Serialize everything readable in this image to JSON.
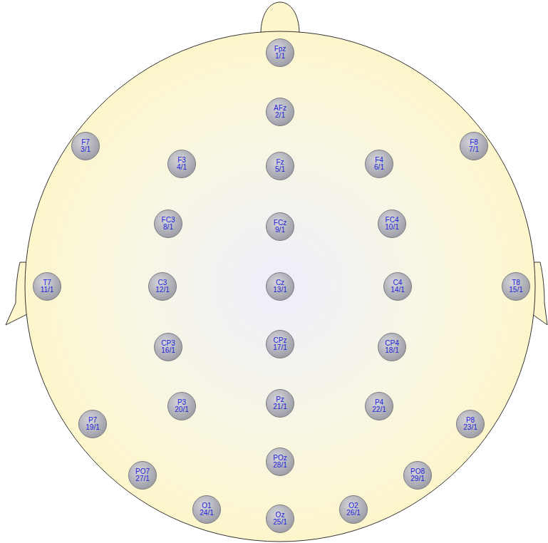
{
  "diagram": {
    "nodes": [
      {
        "text": [
          "Fpz",
          "1/1"
        ]
      },
      {
        "text": [
          "AFz",
          "2/1"
        ]
      },
      {
        "text": [
          "F7",
          "3/1"
        ]
      },
      {
        "text": [
          "F3",
          "4/1"
        ]
      },
      {
        "text": [
          "Fz",
          "5/1"
        ]
      },
      {
        "text": [
          "F4",
          "6/1"
        ]
      },
      {
        "text": [
          "F8",
          "7/1"
        ]
      },
      {
        "text": [
          "FC3",
          "8/1"
        ]
      },
      {
        "text": [
          "FCz",
          "9/1"
        ]
      },
      {
        "text": [
          "FC4",
          "10/1"
        ]
      },
      {
        "text": [
          "T7",
          "11/1"
        ]
      },
      {
        "text": [
          "C3",
          "12/1"
        ]
      },
      {
        "text": [
          "Cz",
          "13/1"
        ]
      },
      {
        "text": [
          "C4",
          "14/1"
        ]
      },
      {
        "text": [
          "T8",
          "15/1"
        ]
      },
      {
        "text": [
          "CP3",
          "16/1"
        ]
      },
      {
        "text": [
          "CPz",
          "17/1"
        ]
      },
      {
        "text": [
          "CP4",
          "18/1"
        ]
      },
      {
        "text": [
          "P7",
          "19/1"
        ]
      },
      {
        "text": [
          "P3",
          "20/1"
        ]
      },
      {
        "text": [
          "Pz",
          "21/1"
        ]
      },
      {
        "text": [
          "P4",
          "22/1"
        ]
      },
      {
        "text": [
          "P8",
          "23/1"
        ]
      },
      {
        "text": [
          "PO7",
          "27/1"
        ]
      },
      {
        "text": [
          "POz",
          "28/1"
        ]
      },
      {
        "text": [
          "PO8",
          "29/1"
        ]
      },
      {
        "text": [
          "O1",
          "24/1"
        ]
      },
      {
        "text": [
          "Oz",
          "25/1"
        ]
      },
      {
        "text": [
          "O2",
          "26/1"
        ]
      }
    ]
  }
}
